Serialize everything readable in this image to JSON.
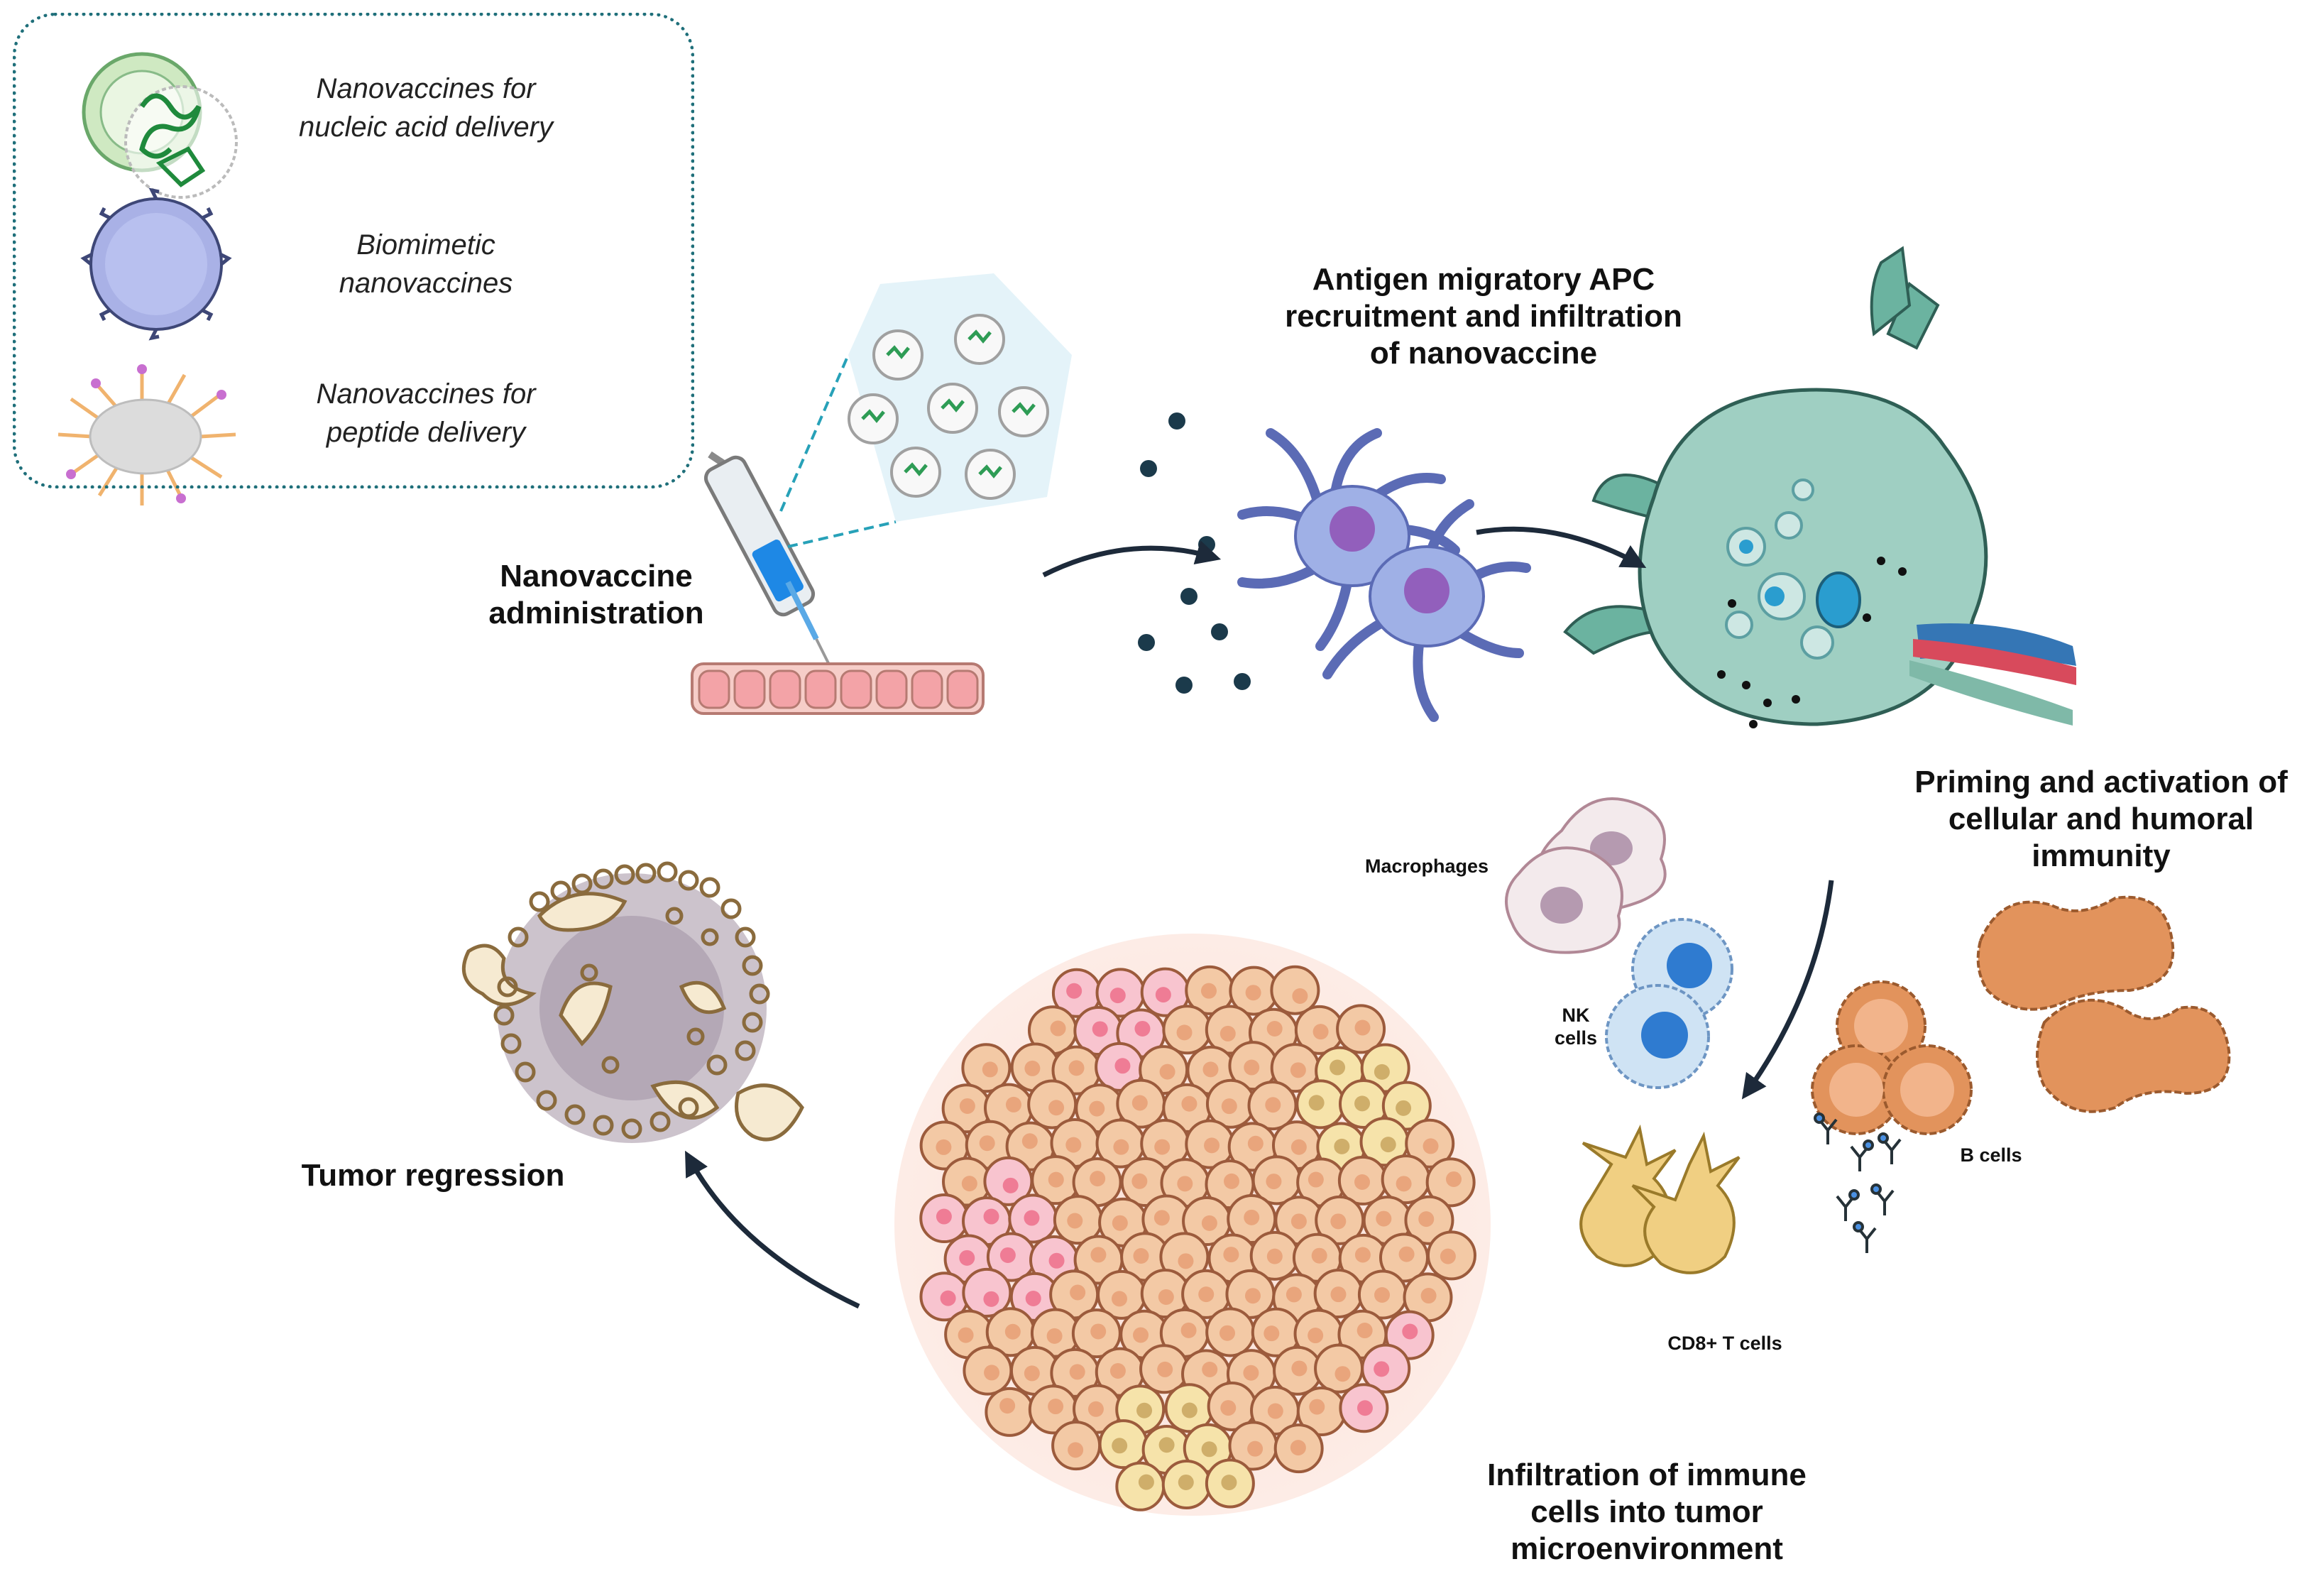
{
  "legend": {
    "items": [
      {
        "line1": "Nanovaccines for",
        "line2": "nucleic acid delivery"
      },
      {
        "line1": "Biomimetic",
        "line2": "nanovaccines"
      },
      {
        "line1": "Nanovaccines for",
        "line2": "peptide delivery"
      }
    ]
  },
  "steps": {
    "administration": {
      "line1": "Nanovaccine",
      "line2": "administration"
    },
    "recruitment": {
      "line1": "Antigen migratory APC",
      "line2": "recruitment and infiltration",
      "line3": "of nanovaccine"
    },
    "priming": {
      "line1": "Priming and activation of",
      "line2": "cellular and humoral",
      "line3": "immunity"
    },
    "infiltration": {
      "line1": "Infiltration of immune",
      "line2": "cells into tumor",
      "line3": "microenvironment"
    },
    "regression": {
      "line1": "Tumor regression"
    }
  },
  "cell_labels": {
    "macrophages": "Macrophages",
    "nk_line1": "NK",
    "nk_line2": "cells",
    "b_cells": "B cells",
    "cd8": "CD8+ T cells"
  },
  "colors": {
    "legend_border": "#1f6f7a",
    "lymph_node": "#9fcfc2",
    "apc": "#8fa2d8",
    "tumor_cell": "#f3c9a5",
    "b_cell": "#e2935c",
    "t_cell": "#f0cf82",
    "nk_cell": "#3f8fd8",
    "macrophage": "#eadde0",
    "arrow": "#1d2a3a"
  }
}
